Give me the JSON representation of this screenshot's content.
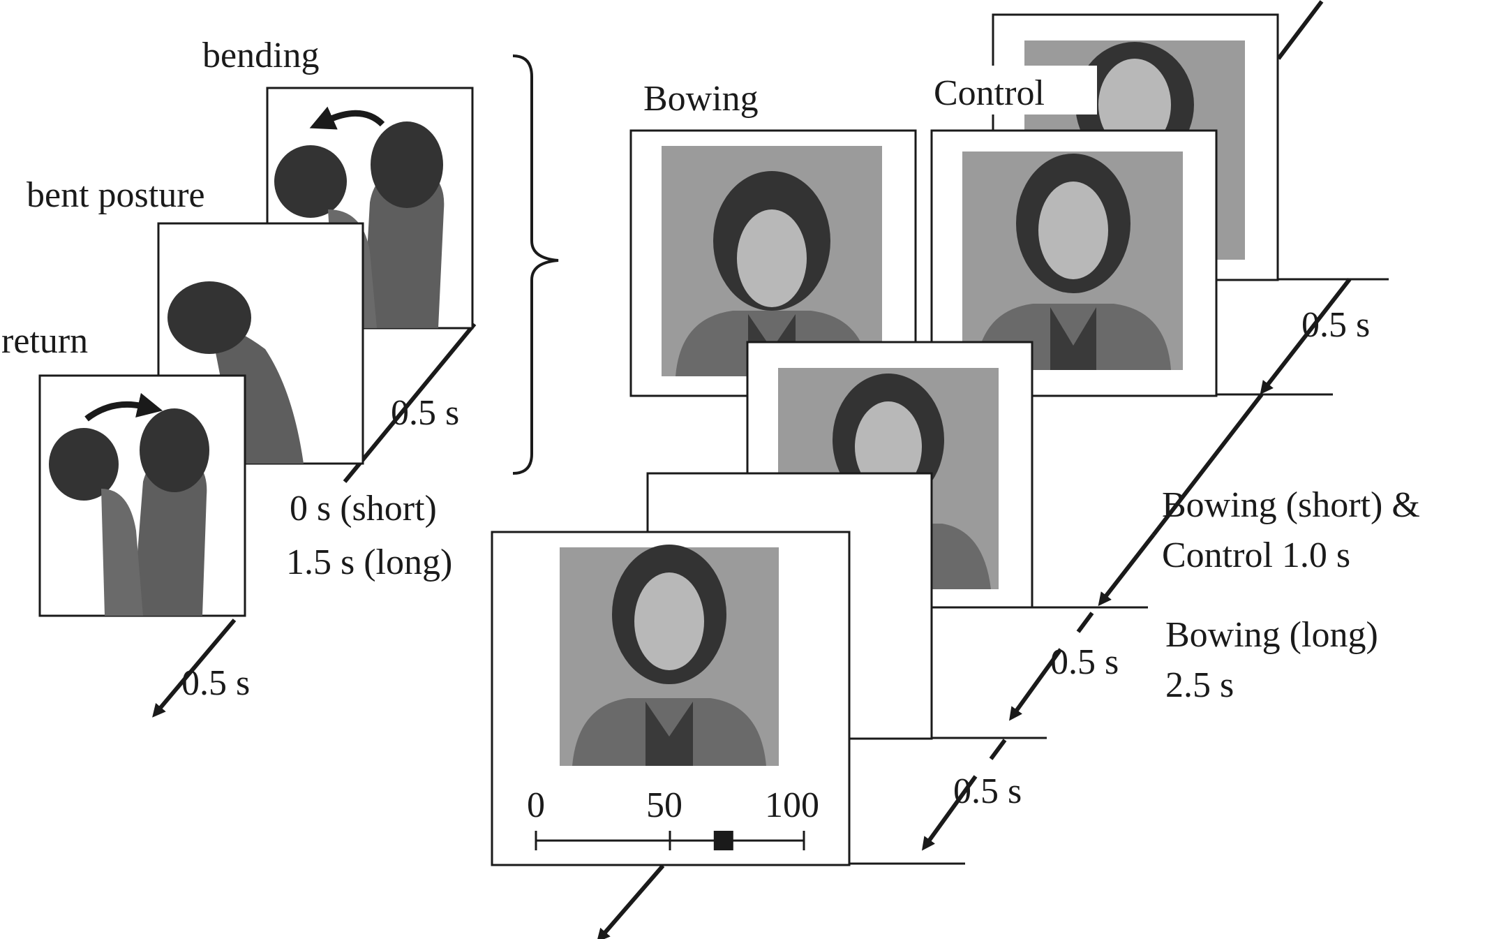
{
  "left_sequence": {
    "frames": [
      {
        "label": "bending"
      },
      {
        "label": "bent posture"
      },
      {
        "label": "return"
      }
    ],
    "timings": {
      "bending_to_bent": "0.5 s",
      "hold_short": "0 s (short)",
      "hold_long": "1.5 s (long)",
      "return": "0.5 s"
    }
  },
  "right_sequence": {
    "frames": [
      {
        "label": "Bowing"
      },
      {
        "label": "Control"
      }
    ],
    "timings": {
      "first": "0.5 s",
      "duration_line1": "Bowing (short) &",
      "duration_line2": "Control 1.0 s",
      "long_line1": "Bowing (long)",
      "long_line2": "2.5 s",
      "after_1": "0.5 s",
      "after_2": "0.5 s"
    },
    "rating_scale": {
      "min": "0",
      "mid": "50",
      "max": "100",
      "marker_value": 70
    }
  },
  "colors": {
    "ink": "#1a1a1a",
    "photo_bg": "#9b9b9b",
    "figure": "#5e5e5e",
    "hair": "#333333"
  }
}
